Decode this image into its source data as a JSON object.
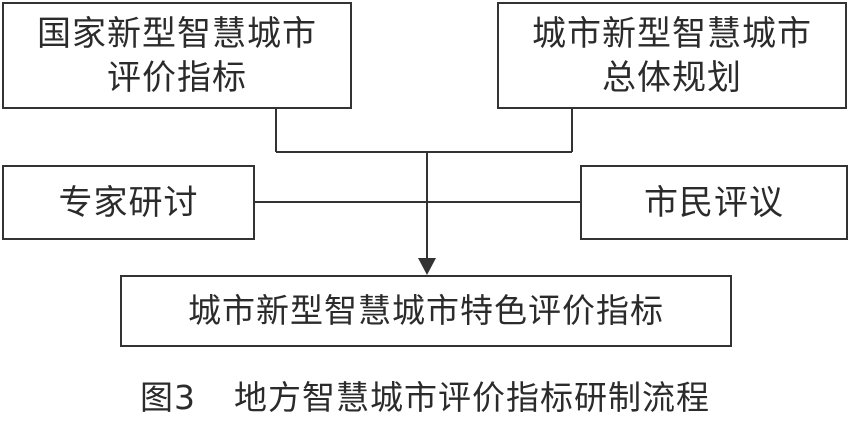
{
  "boxes": {
    "national_index": "国家新型智慧城市\n评价指标",
    "master_plan": "城市新型智慧城市\n总体规划",
    "expert_review": "专家研讨",
    "citizen_review": "市民评议",
    "result": "城市新型智慧城市特色评价指标"
  },
  "caption": {
    "number": "图3",
    "text": "地方智慧城市评价指标研制流程"
  },
  "colors": {
    "line": "#333333",
    "text": "#2b2b2b",
    "background": "#ffffff"
  }
}
